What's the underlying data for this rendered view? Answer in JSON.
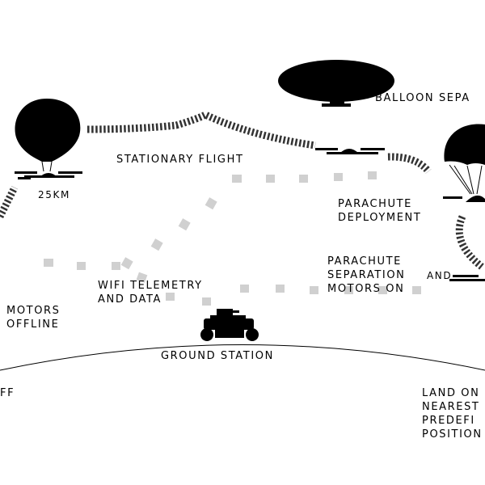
{
  "labels": {
    "balloon_separation": "BALLOON SEPA",
    "stationary_flight": "STATIONARY FLIGHT",
    "altitude": "25KM",
    "parachute_deployment": "PARACHUTE\nDEPLOYMENT",
    "parachute_separation": "PARACHUTE\nSEPARATION",
    "and": "AND",
    "motors_on": "MOTORS ON",
    "wifi_telemetry": "WIFI TELEMETRY\nAND DATA",
    "motors_offline": "MOTORS\nOFFLINE",
    "ground_station": "GROUND STATION",
    "takeoff_fragment": "FF",
    "land_on": "LAND ON\nNEAREST\nPREDEFI\nPOSITION"
  }
}
